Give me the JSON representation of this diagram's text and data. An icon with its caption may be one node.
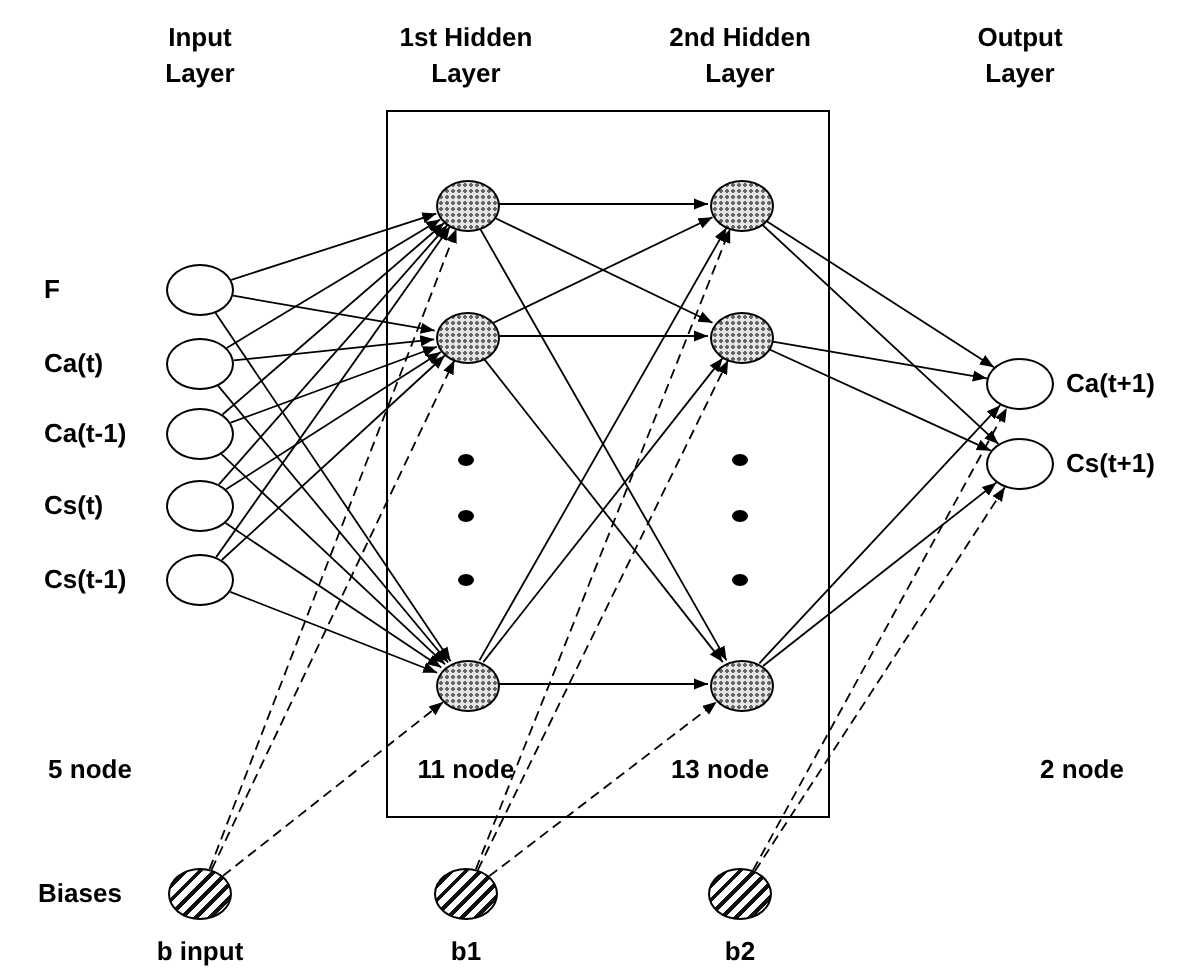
{
  "diagram": {
    "nodes": [
      {
        "text": [],
        "shape": "circle"
      },
      {
        "text": [],
        "shape": "circle"
      },
      {
        "text": [],
        "shape": "circle"
      },
      {
        "text": [],
        "shape": "circle"
      },
      {
        "text": [],
        "shape": "circle"
      },
      {
        "text": [],
        "shape": "box"
      },
      {
        "text": [],
        "shape": "circle",
        "in": 5
      },
      {
        "text": [],
        "shape": "circle",
        "in": 5
      },
      {
        "text": [],
        "shape": "circle",
        "in": 5
      },
      {
        "text": [],
        "shape": "circle",
        "in": 5
      },
      {
        "text": [],
        "shape": "circle",
        "in": 5
      },
      {
        "text": [],
        "shape": "circle",
        "in": 5
      },
      {
        "text": [],
        "shape": "circle",
        "beside": [
          "Ca(t+1)"
        ]
      },
      {
        "text": [],
        "shape": "circle",
        "beside": [
          "Cs(t+1)"
        ]
      },
      {
        "text": [],
        "shape": "circle",
        "beside": [
          "b input"
        ]
      },
      {
        "text": [],
        "shape": "circle",
        "beside": [
          "b1"
        ]
      },
      {
        "text": [],
        "shape": "circle",
        "beside": [
          "b2"
        ]
      }
    ],
    "edges": [
      {
        "from": 0,
        "to": 6,
        "arrow": "to"
      },
      {
        "from": 0,
        "to": 7,
        "arrow": "to"
      },
      {
        "from": 0,
        "to": 8,
        "arrow": "to"
      },
      {
        "from": 1,
        "to": 6,
        "arrow": "to"
      },
      {
        "from": 1,
        "to": 7,
        "arrow": "to"
      },
      {
        "from": 1,
        "to": 8,
        "arrow": "to"
      },
      {
        "from": 2,
        "to": 6,
        "arrow": "to"
      },
      {
        "from": 2,
        "to": 7,
        "arrow": "to"
      },
      {
        "from": 2,
        "to": 8,
        "arrow": "to"
      },
      {
        "from": 3,
        "to": 6,
        "arrow": "to"
      },
      {
        "from": 3,
        "to": 7,
        "arrow": "to"
      },
      {
        "from": 3,
        "to": 8,
        "arrow": "to"
      },
      {
        "from": 4,
        "to": 6,
        "arrow": "to"
      },
      {
        "from": 4,
        "to": 7,
        "arrow": "to"
      },
      {
        "from": 4,
        "to": 8,
        "arrow": "to"
      },
      {
        "from": 6,
        "to": 9,
        "arrow": "to"
      },
      {
        "from": 6,
        "to": 10,
        "arrow": "to"
      },
      {
        "from": 6,
        "to": 11,
        "arrow": "to"
      },
      {
        "from": 7,
        "to": 9,
        "arrow": "to"
      },
      {
        "from": 7,
        "to": 10,
        "arrow": "to"
      },
      {
        "from": 7,
        "to": 11,
        "arrow": "to"
      },
      {
        "from": 8,
        "to": 9,
        "arrow": "to"
      },
      {
        "from": 8,
        "to": 10,
        "arrow": "to"
      },
      {
        "from": 8,
        "to": 11,
        "arrow": "to"
      },
      {
        "from": 9,
        "to": 12,
        "arrow": "to"
      },
      {
        "from": 9,
        "to": 13,
        "arrow": "to"
      },
      {
        "from": 10,
        "to": 12,
        "arrow": "to"
      },
      {
        "from": 10,
        "to": 13,
        "arrow": "to"
      },
      {
        "from": 11,
        "to": 12,
        "arrow": "to"
      },
      {
        "from": 11,
        "to": 13,
        "arrow": "to"
      },
      {
        "from": 14,
        "to": 6,
        "arrow": "to",
        "style": "dashed"
      },
      {
        "from": 14,
        "to": 7,
        "arrow": "to",
        "style": "dashed"
      },
      {
        "from": 14,
        "to": 8,
        "arrow": "to",
        "style": "dashed"
      },
      {
        "from": 15,
        "to": 9,
        "arrow": "to",
        "style": "dashed"
      },
      {
        "from": 15,
        "to": 10,
        "arrow": "to",
        "style": "dashed"
      },
      {
        "from": 15,
        "to": 11,
        "arrow": "to",
        "style": "dashed"
      },
      {
        "from": 16,
        "to": 12,
        "arrow": "to",
        "style": "dashed"
      },
      {
        "from": 16,
        "to": 13,
        "arrow": "to",
        "style": "dashed"
      }
    ],
    "labels": [
      "Input Layer",
      "1st Hidden Layer",
      "2nd Hidden Layer",
      "Output Layer",
      "F",
      "Ca(t)",
      "Ca(t-1)",
      "Cs(t)",
      "Cs(t-1)",
      "5 node",
      "11 node",
      "13 node",
      "2 node",
      "Biases"
    ]
  }
}
